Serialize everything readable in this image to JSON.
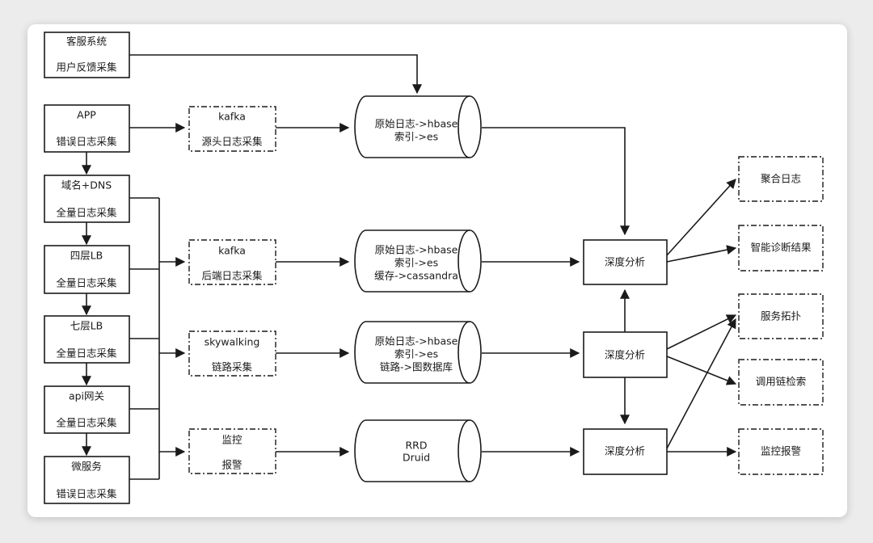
{
  "nodes": {
    "kefu": [
      "客服系统",
      "用户反馈采集"
    ],
    "app": [
      "APP",
      "错误日志采集"
    ],
    "dns": [
      "域名+DNS",
      "全量日志采集"
    ],
    "lb4": [
      "四层LB",
      "全量日志采集"
    ],
    "lb7": [
      "七层LB",
      "全量日志采集"
    ],
    "apigw": [
      "api网关",
      "全量日志采集"
    ],
    "micro": [
      "微服务",
      "错误日志采集"
    ],
    "kafka1": [
      "kafka",
      "源头日志采集"
    ],
    "kafka2": [
      "kafka",
      "后端日志采集"
    ],
    "sky": [
      "skywalking",
      "链路采集"
    ],
    "monitor": [
      "监控",
      "报警"
    ],
    "store1": [
      "原始日志->hbase",
      "索引->es"
    ],
    "store2": [
      "原始日志->hbase",
      "索引->es",
      "缓存->cassandra"
    ],
    "store3": [
      "原始日志->hbase",
      "索引->es",
      "链路->图数据库"
    ],
    "store4": [
      "RRD",
      "Druid"
    ],
    "deep1": [
      "深度分析"
    ],
    "deep2": [
      "深度分析"
    ],
    "deep3": [
      "深度分析"
    ],
    "out1": [
      "聚合日志"
    ],
    "out2": [
      "智能诊断结果"
    ],
    "out3": [
      "服务拓扑"
    ],
    "out4": [
      "调用链检索"
    ],
    "out5": [
      "监控报警"
    ]
  }
}
